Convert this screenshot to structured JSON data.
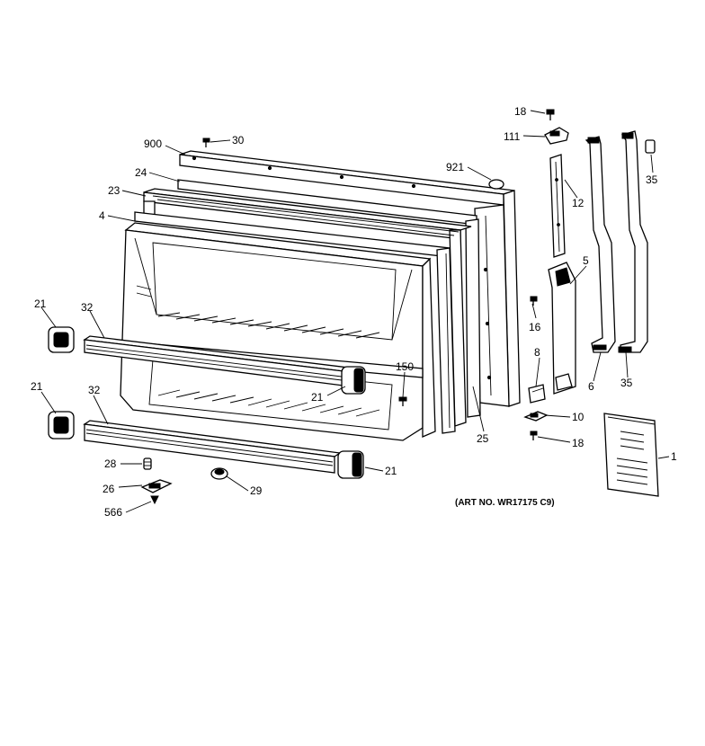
{
  "diagram": {
    "art_number": "(ART NO. WR17175 C9)",
    "callouts": [
      {
        "id": "c18a",
        "label": "18"
      },
      {
        "id": "c111",
        "label": "111"
      },
      {
        "id": "c30",
        "label": "30"
      },
      {
        "id": "c900",
        "label": "900"
      },
      {
        "id": "c921",
        "label": "921"
      },
      {
        "id": "c35a",
        "label": "35"
      },
      {
        "id": "c24",
        "label": "24"
      },
      {
        "id": "c23",
        "label": "23"
      },
      {
        "id": "c12",
        "label": "12"
      },
      {
        "id": "c4",
        "label": "4"
      },
      {
        "id": "c5",
        "label": "5"
      },
      {
        "id": "c21a",
        "label": "21"
      },
      {
        "id": "c32a",
        "label": "32"
      },
      {
        "id": "c16",
        "label": "16"
      },
      {
        "id": "c8",
        "label": "8"
      },
      {
        "id": "c150",
        "label": "150"
      },
      {
        "id": "c21b",
        "label": "21"
      },
      {
        "id": "c6",
        "label": "6"
      },
      {
        "id": "c35b",
        "label": "35"
      },
      {
        "id": "c21c",
        "label": "21"
      },
      {
        "id": "c32b",
        "label": "32"
      },
      {
        "id": "c10",
        "label": "10"
      },
      {
        "id": "c25",
        "label": "25"
      },
      {
        "id": "c18b",
        "label": "18"
      },
      {
        "id": "c1",
        "label": "1"
      },
      {
        "id": "c28",
        "label": "28"
      },
      {
        "id": "c21d",
        "label": "21"
      },
      {
        "id": "c26",
        "label": "26"
      },
      {
        "id": "c29",
        "label": "29"
      },
      {
        "id": "c566",
        "label": "566"
      }
    ]
  }
}
